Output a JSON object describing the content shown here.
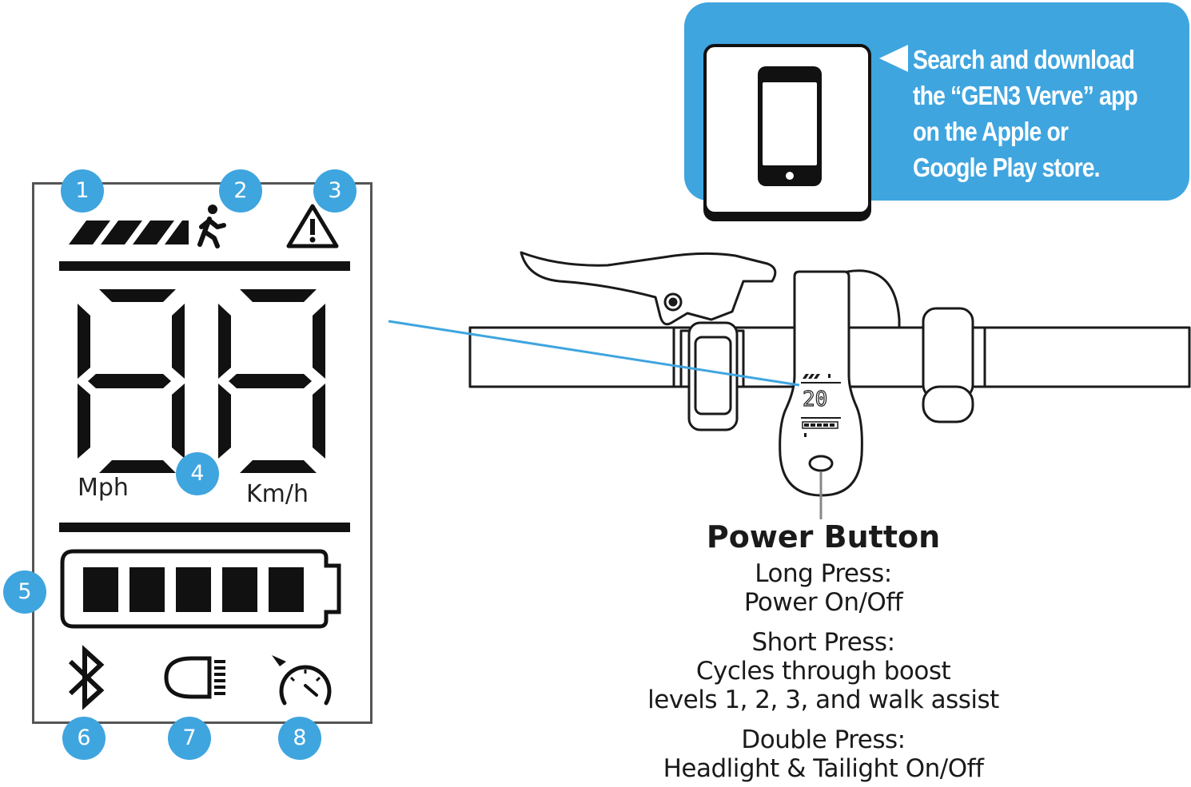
{
  "lcd": {
    "badges": [
      "1",
      "2",
      "3",
      "4",
      "5",
      "6",
      "7",
      "8"
    ],
    "speed_digits": "88",
    "unit_mph": "Mph",
    "unit_kmh": "Km/h",
    "battery_segments": 5,
    "icons": [
      "assist-level-bars-icon",
      "walk-icon",
      "warning-icon",
      "bluetooth-icon",
      "headlight-icon",
      "boost-speedometer-icon"
    ]
  },
  "app": {
    "line1": "Search and download",
    "line2": "the “GEN3 Verve” app",
    "line3": "on the Apple or",
    "line4": "Google Play store.",
    "icon": "smartphone-icon"
  },
  "power": {
    "title": "Power Button",
    "long_label": "Long Press:",
    "long_desc": "Power On/Off",
    "short_label": "Short Press:",
    "short_desc1": "Cycles through boost",
    "short_desc2": "levels 1, 2, 3, and walk assist",
    "double_label": "Double Press:",
    "double_desc": "Headlight & Tailight On/Off"
  },
  "mini_display": {
    "speed": "20"
  },
  "colors": {
    "accent": "#3fa5df",
    "ink": "#111111"
  }
}
